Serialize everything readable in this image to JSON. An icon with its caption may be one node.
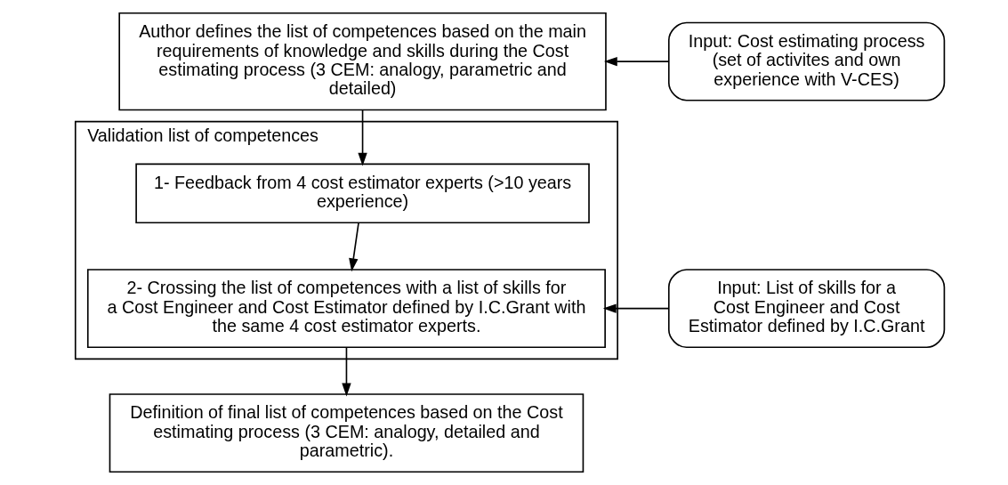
{
  "diagram": {
    "nodes": [
      {
        "text": [
          "Author defines the list of competences based on the main requirements of knowledge and skills during the Cost estimating process (3 CEM: analogy, parametric and detailed)"
        ]
      },
      {
        "text": [
          "Input: Cost estimating process (set of activites and own experience with V-CES)"
        ]
      },
      {
        "text": [
          "Validation list of competences"
        ]
      },
      {
        "text": [
          "1- Feedback from 4 cost estimator experts (>10 years experience)"
        ],
        "in": 2
      },
      {
        "text": [
          "2- Crossing the list of competences with a list of skills for a Cost Engineer and Cost Estimator defined by I.C.Grant with the same 4 cost estimator experts."
        ],
        "in": 2
      },
      {
        "text": [
          "Input: List of skills for a Cost Engineer and Cost Estimator defined by I.C.Grant"
        ]
      },
      {
        "text": [
          "Definition of final list of competences based on the Cost estimating process (3 CEM: analogy, detailed and parametric)."
        ]
      }
    ],
    "edges": [
      {
        "from": 1,
        "to": 0,
        "arrow": "to"
      },
      {
        "from": 0,
        "to": 3,
        "arrow": "to"
      },
      {
        "from": 3,
        "to": 4,
        "arrow": "to"
      },
      {
        "from": 5,
        "to": 4,
        "arrow": "to"
      },
      {
        "from": 4,
        "to": 6,
        "arrow": "to"
      }
    ]
  }
}
